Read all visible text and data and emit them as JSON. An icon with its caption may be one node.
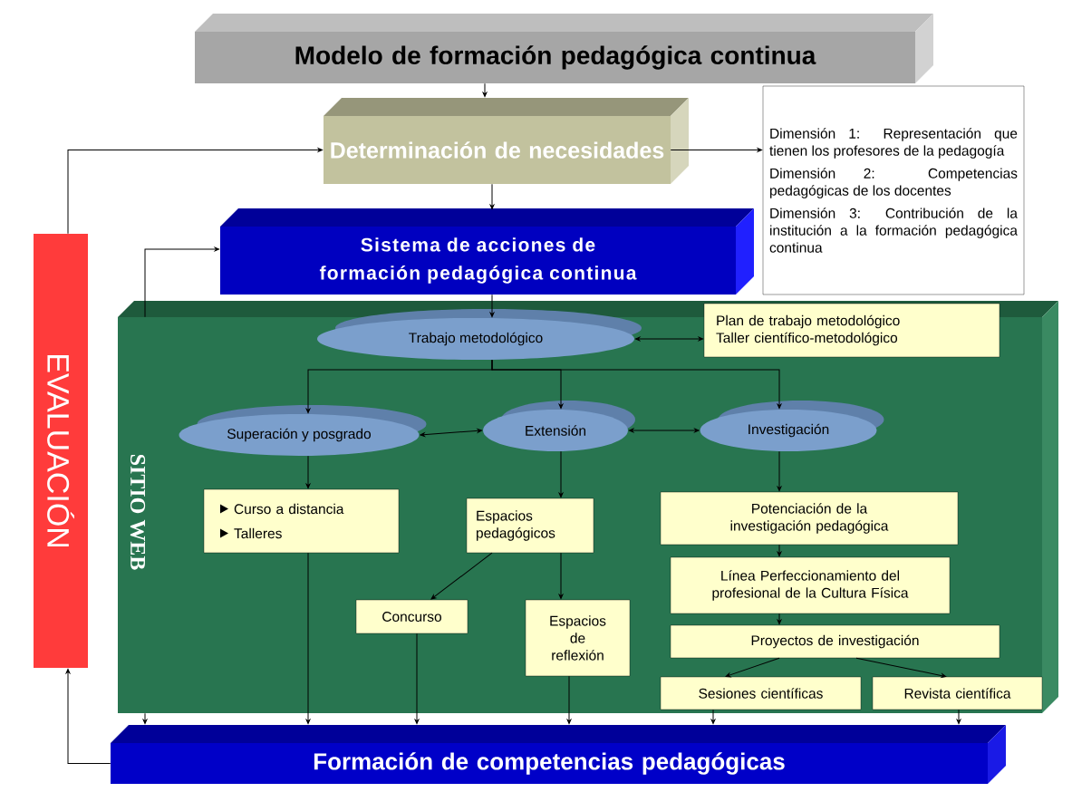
{
  "diagram": {
    "nodes": [
      {
        "text": [
          "Modelo de formación pedagógica continua"
        ]
      },
      {
        "text": [
          "Determinación de necesidades"
        ]
      },
      {
        "text": [
          "Dimensión 1: Representación que tienen los profesores de la pedagogía",
          "Dimensión 2: Competencias pedagógicas de los docentes",
          "Dimensión 3: Contribución de la institución a la formación pedagógica continua"
        ]
      },
      {
        "text": [
          "Sistema de acciones de formación pedagógica continua"
        ]
      },
      {
        "text": [
          "EVALUACIÓN"
        ]
      },
      {
        "text": [
          "SITIO WEB"
        ]
      },
      {
        "text": [
          "Trabajo metodológico"
        ],
        "in": 5
      },
      {
        "text": [
          "Plan de trabajo metodológico",
          "Taller científico-metodológico"
        ],
        "in": 5
      },
      {
        "text": [
          "Superación y posgrado"
        ],
        "in": 5
      },
      {
        "text": [
          "Extensión"
        ],
        "in": 5
      },
      {
        "text": [
          "Investigación"
        ],
        "in": 5
      },
      {
        "text": [
          "Curso a distancia",
          "Talleres"
        ],
        "in": 5
      },
      {
        "text": [
          "Espacios pedagógicos"
        ],
        "in": 5
      },
      {
        "text": [
          "Potenciación de la investigación pedagógica"
        ],
        "in": 5
      },
      {
        "text": [
          "Concurso"
        ],
        "in": 5
      },
      {
        "text": [
          "Espacios de reflexión"
        ],
        "in": 5
      },
      {
        "text": [
          "Línea Perfeccionamiento del profesional de la Cultura Física"
        ],
        "in": 5
      },
      {
        "text": [
          "Proyectos de investigación"
        ],
        "in": 5
      },
      {
        "text": [
          "Sesiones científicas"
        ],
        "in": 5
      },
      {
        "text": [
          "Revista científica"
        ],
        "in": 5
      },
      {
        "text": [
          "Formación de competencias pedagógicas"
        ]
      }
    ],
    "edges": [
      {
        "from": 0,
        "to": 1,
        "arrow": "to"
      },
      {
        "from": 1,
        "to": 2,
        "arrow": "to"
      },
      {
        "from": 1,
        "to": 3,
        "arrow": "to"
      },
      {
        "from": 3,
        "to": 6,
        "arrow": "to"
      },
      {
        "from": 4,
        "to": 1,
        "arrow": "to"
      },
      {
        "from": 5,
        "to": 3,
        "arrow": "to"
      },
      {
        "from": 20,
        "to": 4,
        "arrow": "to"
      },
      {
        "from": 6,
        "to": 7,
        "arrow": "both"
      },
      {
        "from": 6,
        "to": 8,
        "arrow": "to"
      },
      {
        "from": 6,
        "to": 9,
        "arrow": "to"
      },
      {
        "from": 6,
        "to": 10,
        "arrow": "to"
      },
      {
        "from": 8,
        "to": 9,
        "arrow": "both"
      },
      {
        "from": 9,
        "to": 10,
        "arrow": "both"
      },
      {
        "from": 8,
        "to": 11,
        "arrow": "to"
      },
      {
        "from": 9,
        "to": 12,
        "arrow": "to"
      },
      {
        "from": 10,
        "to": 13,
        "arrow": "to"
      },
      {
        "from": 12,
        "to": 14,
        "arrow": "to"
      },
      {
        "from": 12,
        "to": 15,
        "arrow": "to"
      },
      {
        "from": 13,
        "to": 16,
        "arrow": "to"
      },
      {
        "from": 16,
        "to": 17,
        "arrow": "to"
      },
      {
        "from": 17,
        "to": 18,
        "arrow": "to"
      },
      {
        "from": 17,
        "to": 19,
        "arrow": "to"
      },
      {
        "from": 5,
        "to": 20,
        "arrow": "to"
      },
      {
        "from": 11,
        "to": 20,
        "arrow": "to"
      },
      {
        "from": 14,
        "to": 20,
        "arrow": "to"
      },
      {
        "from": 15,
        "to": 20,
        "arrow": "to"
      },
      {
        "from": 18,
        "to": 20,
        "arrow": "to"
      },
      {
        "from": 19,
        "to": 20,
        "arrow": "to"
      }
    ]
  }
}
